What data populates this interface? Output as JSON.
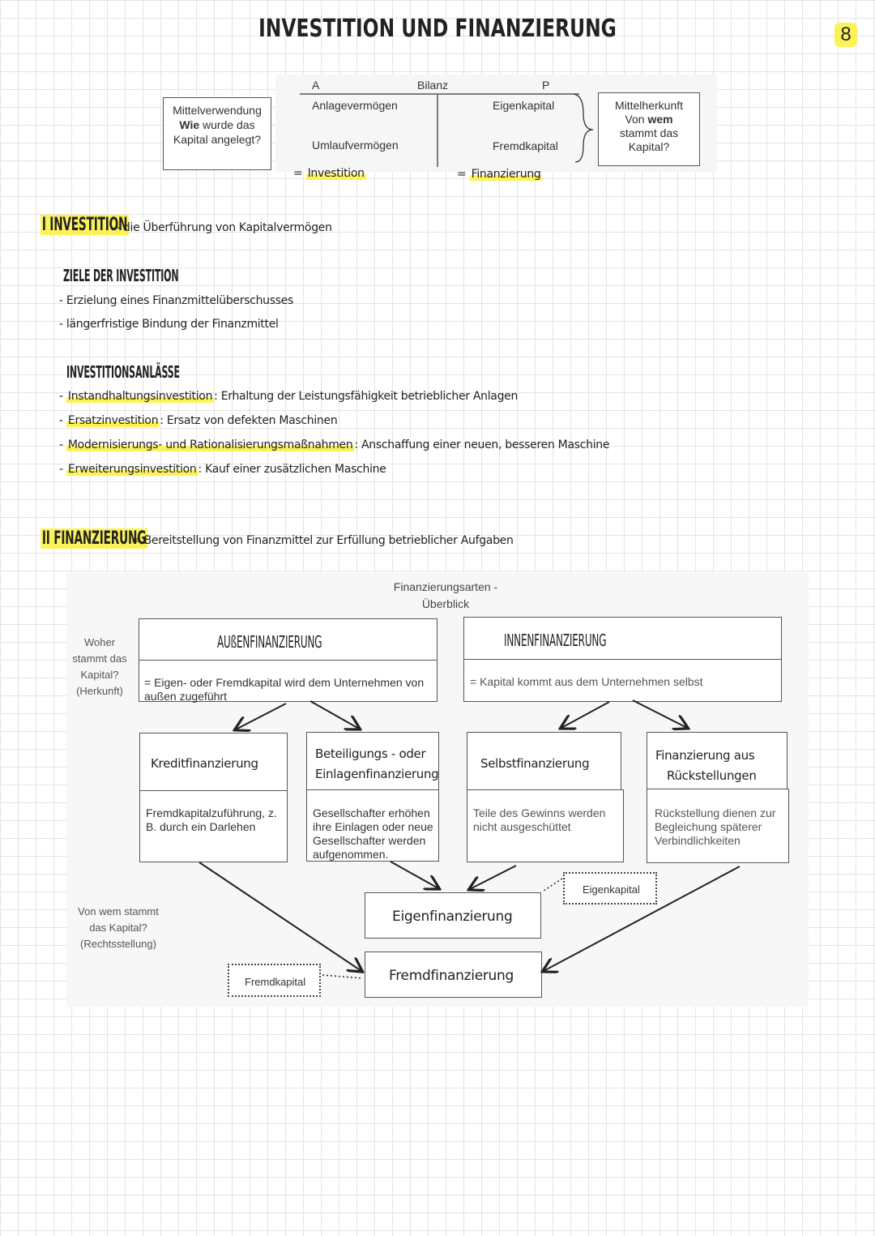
{
  "title": "INVESTITION UND FINANZIERUNG",
  "page_number": "8",
  "bilanz": {
    "mittelverwendung": [
      "Mittelverwendung",
      "Wie wurde das",
      "Kapital angelegt?"
    ],
    "mittelverwendung_bold": "Wie",
    "mittelherkunft": [
      "Mittelherkunft",
      "Von wem",
      "stammt das",
      "Kapital?"
    ],
    "mittelherkunft_bold": "wem",
    "col_a": "A",
    "col_p": "P",
    "heading": "Bilanz",
    "aktiva": [
      "Anlagevermögen",
      "Umlaufvermögen"
    ],
    "passiva": [
      "Eigenkapital",
      "Fremdkapital"
    ],
    "investition": "Investition",
    "finanzierung": "Finanzierung"
  },
  "section1": {
    "heading": "I INVESTITION",
    "definition": "- die Überführung von Kapitalvermögen",
    "ziele_heading": "ZIELE DER INVESTITION",
    "ziele": [
      "- Erzielung eines Finanzmittelüberschusses",
      "- längerfristige Bindung der Finanzmittel"
    ],
    "anlaesse_heading": "INVESTITIONSANLÄSSE",
    "anlaesse": [
      {
        "term": "Instandhaltungsinvestition",
        "desc": ": Erhaltung der Leistungsfähigkeit betrieblicher Anlagen"
      },
      {
        "term": "Ersatzinvestition",
        "desc": ": Ersatz von defekten Maschinen"
      },
      {
        "term": "Modernisierungs- und Rationalisierungsmaßnahmen",
        "desc": ": Anschaffung einer neuen, besseren Maschine"
      },
      {
        "term": "Erweiterungsinvestition",
        "desc": ": Kauf einer zusätzlichen Maschine"
      }
    ]
  },
  "section2": {
    "heading": "II FINANZIERUNG",
    "definition": "= Bereitstellung von Finanzmittel zur Erfüllung betrieblicher Aufgaben"
  },
  "diagram": {
    "title_line1": "Finanzierungsarten -",
    "title_line2": "Überblick",
    "herkunft_label": [
      "Woher",
      "stammt das",
      "Kapital?",
      "(Herkunft)"
    ],
    "rechtsstellung_label": [
      "Von wem stammt",
      "das Kapital?",
      "(Rechtsstellung)"
    ],
    "aussen": {
      "title": "AUßENFINANZIERUNG",
      "desc": "= Eigen- oder Fremdkapital wird dem Unternehmen von außen zugeführt"
    },
    "innen": {
      "title": "INNENFINANZIERUNG",
      "desc": "= Kapital kommt aus dem Unternehmen selbst"
    },
    "arten": [
      {
        "title": "Kreditfinanzierung",
        "desc": "Fremdkapitalzuführung, z. B. durch ein Darlehen"
      },
      {
        "title": "Beteiligungs - oder Einlagenfinanzierung",
        "desc": "Gesellschafter erhöhen ihre Einlagen oder neue Gesellschafter werden aufgenommen."
      },
      {
        "title": "Selbstfinanzierung",
        "desc": "Teile des Gewinns werden nicht ausgeschüttet"
      },
      {
        "title": "Finanzierung aus Rückstellungen",
        "desc": "Rückstellung dienen zur Begleichung späterer Verbindlichkeiten"
      }
    ],
    "eigenfinanzierung": "Eigenfinanzierung",
    "fremdfinanzierung": "Fremdfinanzierung",
    "eigenkapital": "Eigenkapital",
    "fremdkapital": "Fremdkapital"
  }
}
